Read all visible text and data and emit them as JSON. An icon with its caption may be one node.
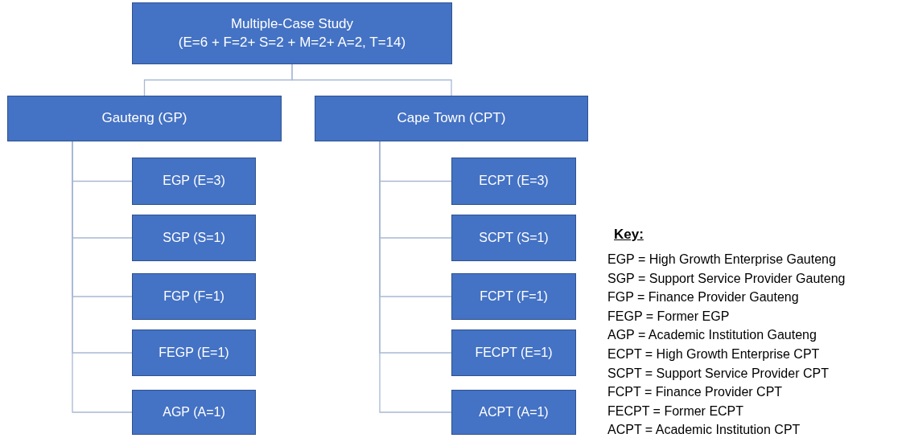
{
  "diagram": {
    "nodes": [
      {
        "text": [
          "Multiple-Case Study",
          "(E=6 + F=2+ S=2 + M=2+ A=2, T=14)"
        ]
      },
      {
        "text": [
          "Gauteng (GP)"
        ]
      },
      {
        "text": [
          "Cape Town (CPT)"
        ]
      },
      {
        "text": [
          "EGP (E=3)"
        ]
      },
      {
        "text": [
          "SGP (S=1)"
        ]
      },
      {
        "text": [
          "FGP (F=1)"
        ]
      },
      {
        "text": [
          "FEGP (E=1)"
        ]
      },
      {
        "text": [
          "AGP (A=1)"
        ]
      },
      {
        "text": [
          "ECPT (E=3)"
        ]
      },
      {
        "text": [
          "SCPT (S=1)"
        ]
      },
      {
        "text": [
          "FCPT (F=1)"
        ]
      },
      {
        "text": [
          "FECPT (E=1)"
        ]
      },
      {
        "text": [
          "ACPT (A=1)"
        ]
      }
    ],
    "edges": [
      {
        "from": 0,
        "to": 1,
        "arrow": "none"
      },
      {
        "from": 0,
        "to": 2,
        "arrow": "none"
      },
      {
        "from": 1,
        "to": 3,
        "arrow": "none"
      },
      {
        "from": 1,
        "to": 4,
        "arrow": "none"
      },
      {
        "from": 1,
        "to": 5,
        "arrow": "none"
      },
      {
        "from": 1,
        "to": 6,
        "arrow": "none"
      },
      {
        "from": 1,
        "to": 7,
        "arrow": "none"
      },
      {
        "from": 2,
        "to": 8,
        "arrow": "none"
      },
      {
        "from": 2,
        "to": 9,
        "arrow": "none"
      },
      {
        "from": 2,
        "to": 10,
        "arrow": "none"
      },
      {
        "from": 2,
        "to": 11,
        "arrow": "none"
      },
      {
        "from": 2,
        "to": 12,
        "arrow": "none"
      }
    ],
    "labels": [
      "Key:",
      "EGP = High Growth Enterprise Gauteng",
      "SGP = Support Service Provider Gauteng",
      "FGP = Finance Provider Gauteng",
      "FEGP = Former EGP",
      "AGP = Academic Institution Gauteng",
      "ECPT = High Growth Enterprise CPT",
      "SCPT = Support Service Provider CPT",
      "FCPT = Finance Provider CPT",
      "FECPT = Former ECPT",
      "ACPT = Academic Institution CPT"
    ]
  }
}
